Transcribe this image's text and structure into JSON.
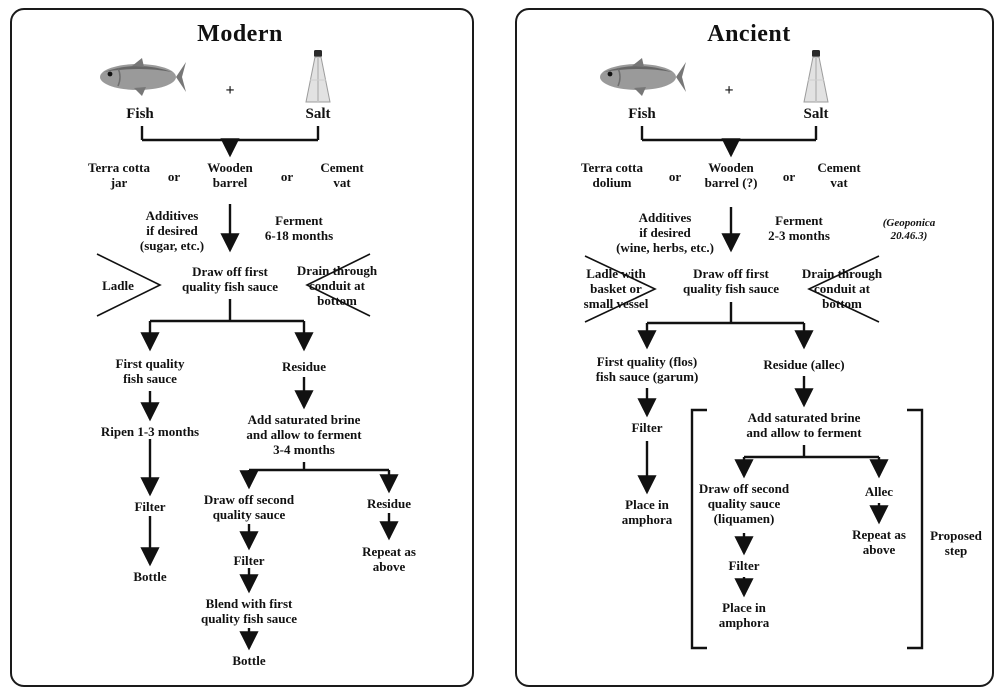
{
  "modern": {
    "title": "Modern",
    "fish_label": "Fish",
    "plus": "+",
    "salt_label": "Salt",
    "vessel_jar": "Terra cotta\njar",
    "or_1": "or",
    "vessel_barrel": "Wooden\nbarrel",
    "or_2": "or",
    "vessel_vat": "Cement\nvat",
    "additives": "Additives\nif desired\n(sugar, etc.)",
    "ferment": "Ferment\n6-18 months",
    "draw_first": "Draw off first\nquality fish sauce",
    "ladle": "Ladle",
    "drain": "Drain through\nconduit at\nbottom",
    "first_quality": "First quality\nfish sauce",
    "residue": "Residue",
    "ripen": "Ripen 1-3 months",
    "filter_1": "Filter",
    "bottle_1": "Bottle",
    "add_brine": "Add saturated brine\nand allow to ferment\n3-4 months",
    "draw_second": "Draw off second\nquality sauce",
    "filter_2": "Filter",
    "blend": "Blend with first\nquality fish sauce",
    "bottle_2": "Bottle",
    "residue_2": "Residue",
    "repeat": "Repeat as above"
  },
  "ancient": {
    "title": "Ancient",
    "fish_label": "Fish",
    "plus": "+",
    "salt_label": "Salt",
    "vessel_dolium": "Terra cotta\ndolium",
    "or_1": "or",
    "vessel_barrel": "Wooden\nbarrel (?)",
    "or_2": "or",
    "vessel_vat": "Cement\nvat",
    "additives": "Additives\nif desired\n(wine, herbs, etc.)",
    "ferment": "Ferment\n2-3 months",
    "geoponica": "(Geoponica 20.46.3)",
    "draw_first": "Draw off first\nquality fish sauce",
    "ladle": "Ladle with\nbasket or\nsmall vessel",
    "drain": "Drain through\nconduit at\nbottom",
    "first_quality": "First quality (flos)\nfish sauce (garum)",
    "residue": "Residue (allec)",
    "filter_1": "Filter",
    "amphora_1": "Place in\namphora",
    "add_brine": "Add saturated brine\nand allow to ferment",
    "draw_second": "Draw off second\nquality sauce\n(liquamen)",
    "filter_2": "Filter",
    "amphora_2": "Place in\namphora",
    "allec": "Allec",
    "repeat": "Repeat as\nabove",
    "proposed": "Proposed\nstep"
  },
  "colors": {
    "line": "#111111",
    "text": "#111111"
  }
}
